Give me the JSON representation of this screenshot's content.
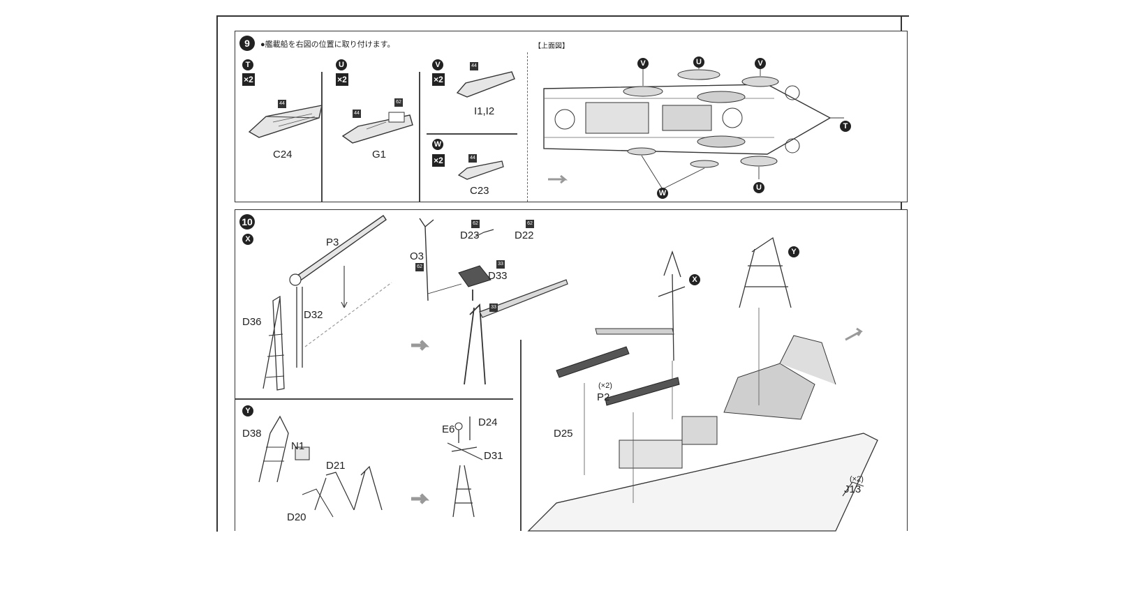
{
  "step9": {
    "number": "9",
    "instruction": "●艦載船を右図の位置に取り付けます。",
    "top_view_label": "【上面図】",
    "groups": [
      {
        "letter": "T",
        "qty": "×2",
        "part": "C24",
        "tag": "44"
      },
      {
        "letter": "U",
        "qty": "×2",
        "part": "G1",
        "tags": [
          "44",
          "62"
        ]
      },
      {
        "letter": "V",
        "qty": "×2",
        "part": "I1,I2",
        "tag": "44"
      },
      {
        "letter": "W",
        "qty": "×2",
        "part": "C23",
        "tag": "44"
      }
    ],
    "callouts": [
      "V",
      "U",
      "V",
      "T",
      "U",
      "W"
    ]
  },
  "step10": {
    "number": "10",
    "sub_x": {
      "letter": "X",
      "parts": [
        "P3",
        "D36",
        "D32",
        "D23",
        "D22",
        "O3",
        "D33"
      ],
      "tags": [
        "62",
        "62",
        "62",
        "33",
        "33"
      ]
    },
    "sub_y": {
      "letter": "Y",
      "parts": [
        "D38",
        "N1",
        "D21",
        "D20",
        "E6",
        "D24",
        "D31"
      ]
    },
    "assembly": {
      "callouts": [
        "X",
        "Y"
      ],
      "parts": [
        "P2",
        "D25",
        "J13"
      ],
      "qty_p2": "(×2)",
      "qty_j13": "(×2)"
    }
  },
  "colors": {
    "ink": "#222222",
    "paper": "#ffffff",
    "arrow": "#999999"
  }
}
